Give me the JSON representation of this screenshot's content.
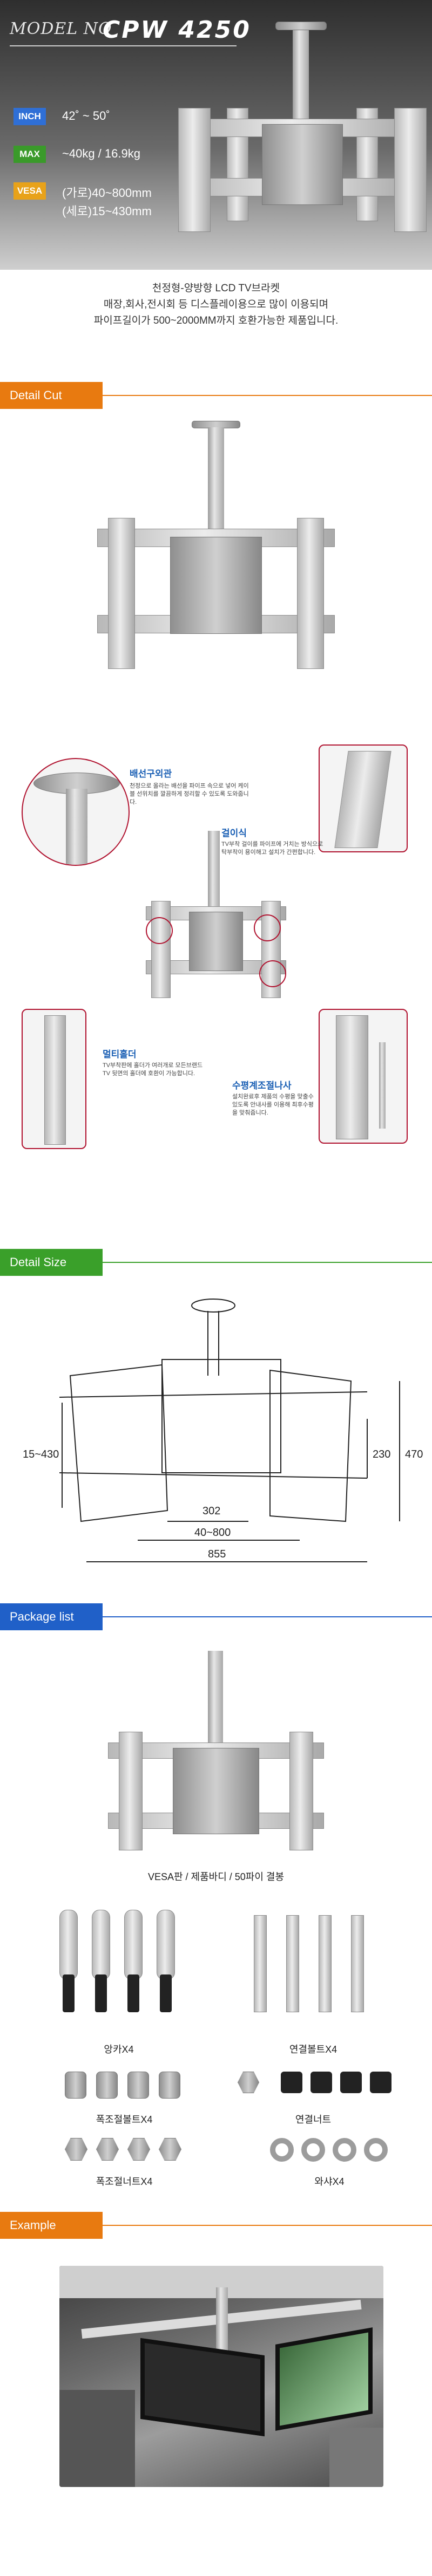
{
  "header": {
    "model_label": "MODEL NO",
    "model_name": "CPW 4250",
    "specs": [
      {
        "tag": "INCH",
        "tag_color": "#2f6fd6",
        "value": "42˚ ~ 50˚"
      },
      {
        "tag": "MAX",
        "tag_color": "#3a9a2a",
        "value": "~40kg / 16.9kg"
      },
      {
        "tag": "VESA",
        "tag_color": "#e8a21a",
        "value": "(가로)40~800mm",
        "value2": "(세로)15~430mm"
      }
    ]
  },
  "description": {
    "line1": "천정형-양방향 LCD TV브라켓",
    "line2": "매장,회사,전시회 등 디스플레이용으로 많이 이용되며",
    "line3": "파이프길이가 500~2000MM까지 호환가능한 제품입니다."
  },
  "sections": {
    "detail_cut": "Detail Cut",
    "detail_size": "Detail Size",
    "package_list": "Package list",
    "example": "Example",
    "tab_color": "#e87a10",
    "size_color": "#3aa02a",
    "pkg_color": "#2060c8",
    "example_color": "#e87a10"
  },
  "callouts": {
    "cable": {
      "title": "배선구외관",
      "text": "천정으로 올라는 배선을 파이프 속으로 넣어 케이블 선위치를 깔끔하게 정리할 수 있도록 도와줍니다."
    },
    "hook": {
      "title": "걸이식",
      "text": "TV부착 걸이를 파이프에 거치는 방식으로 탁부착이 용이해고 설치가 간편합니다."
    },
    "multi": {
      "title": "멀티홀더",
      "text": "TV부착판에 홀더가 여러개로 모든브랜드 TV 뒷면의 홀더에 호환이 가능합니다."
    },
    "level": {
      "title": "수평계조절나사",
      "text": "설치완료후 제품의 수평을 맞출수 있도록 안내사를 이용해 최후수평을 맞춰줍니다."
    }
  },
  "dimensions": {
    "left_height": "15~430",
    "right_inner": "230",
    "right_outer": "470",
    "bottom_1": "302",
    "bottom_2": "40~800",
    "bottom_3": "855"
  },
  "package": {
    "main_caption": "VESA판 / 제품바디 / 50파이 결봉",
    "items": [
      {
        "label": "앙카X4"
      },
      {
        "label": "연결볼트X4"
      },
      {
        "label": "폭조절볼트X4"
      },
      {
        "label": "연결너트"
      },
      {
        "label": "폭조절너트X4"
      },
      {
        "label": "와샤X4"
      }
    ]
  }
}
